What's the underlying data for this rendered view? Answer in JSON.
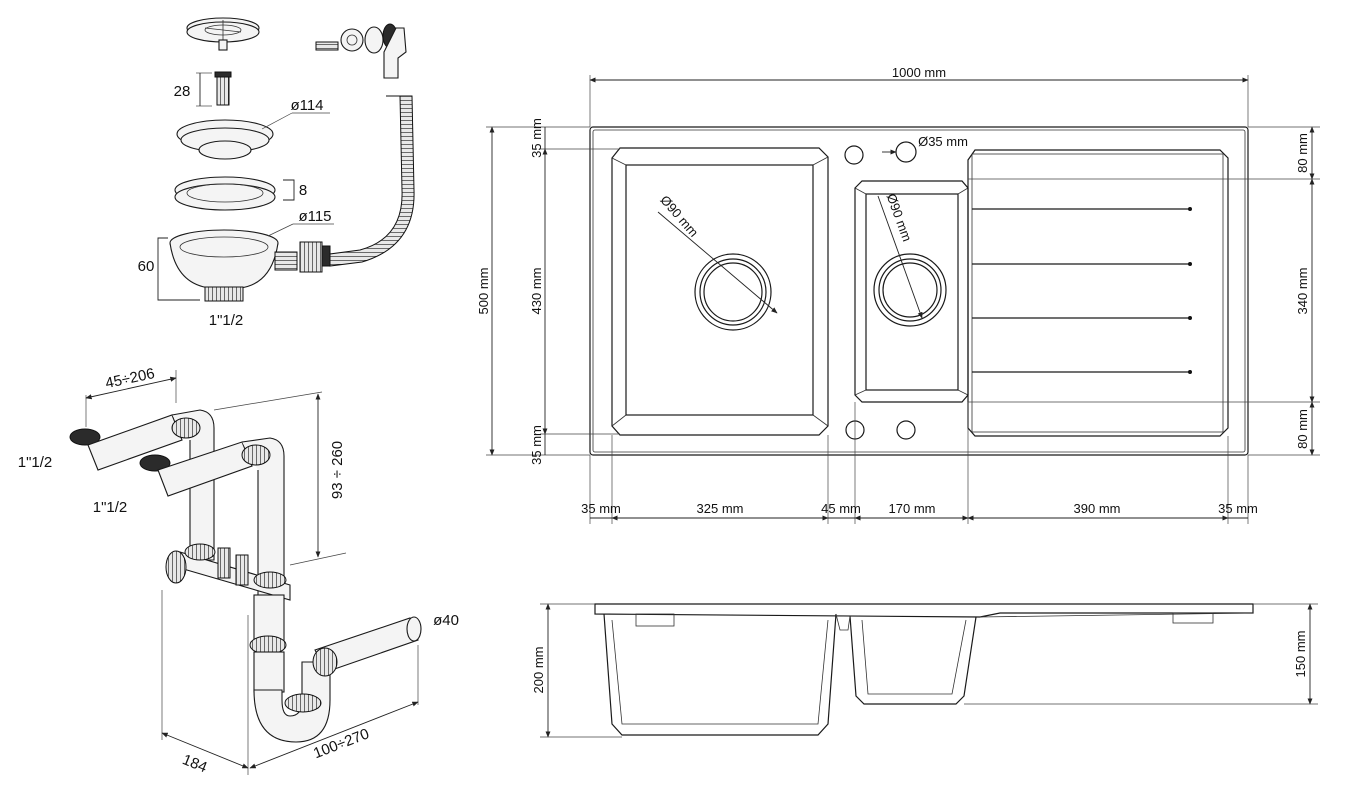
{
  "plan_view": {
    "overall_width": "1000 mm",
    "overall_depth": "500 mm",
    "bowl_depth": "430 mm",
    "margin_top": "35 mm",
    "margin_bottom": "35 mm",
    "tap_hole": "Ø35 mm",
    "waste_large": "Ø90 mm",
    "waste_small": "Ø90 mm",
    "drainer_top": "80 mm",
    "drainer_mid": "340 mm",
    "drainer_bottom": "80 mm",
    "w_left_margin": "35 mm",
    "w_large_bowl": "325 mm",
    "w_divider": "45 mm",
    "w_small_bowl": "170 mm",
    "w_drainer": "390 mm",
    "w_right_margin": "35 mm"
  },
  "side_view": {
    "bowl_height": "200 mm",
    "small_bowl_height": "150 mm"
  },
  "strainer": {
    "screw_length": "28",
    "basket_dia": "ø114",
    "gasket_thickness": "8",
    "body_dia": "ø115",
    "body_height": "60",
    "thread": "1\"1/2"
  },
  "siphon": {
    "spacing": "45÷206",
    "inlet_a": "1\"1/2",
    "inlet_b": "1\"1/2",
    "height_adj": "93 ÷ 260",
    "outlet_dia": "ø40",
    "depth": "184",
    "reach": "100÷270"
  }
}
